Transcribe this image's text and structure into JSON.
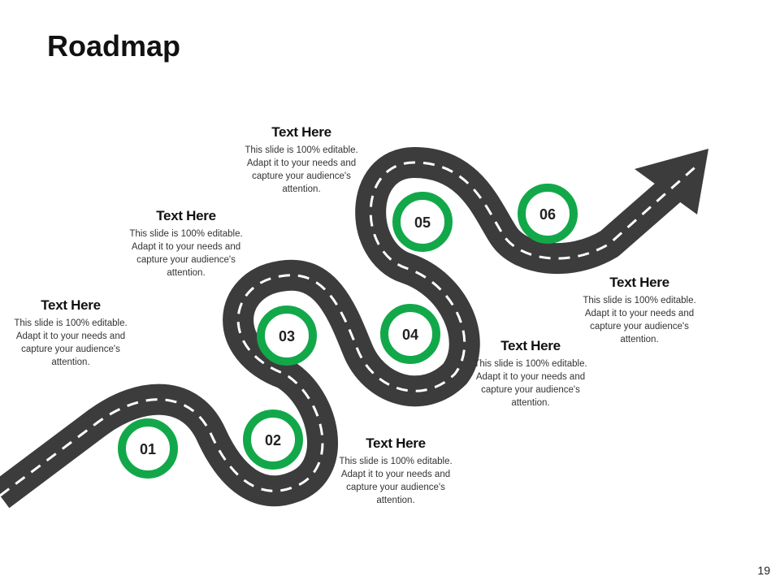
{
  "slide": {
    "title": "Roadmap",
    "page_number": "19"
  },
  "colors": {
    "road": "#3c3c3c",
    "road_dash": "#ffffff",
    "milestone_ring": "#12a84a",
    "text": "#111111"
  },
  "milestones": [
    {
      "number": "01"
    },
    {
      "number": "02"
    },
    {
      "number": "03"
    },
    {
      "number": "04"
    },
    {
      "number": "05"
    },
    {
      "number": "06"
    }
  ],
  "text_blocks": [
    {
      "heading": "Text Here",
      "body": "This slide is 100% editable. Adapt it to your needs and capture your audience's attention."
    },
    {
      "heading": "Text Here",
      "body": "This slide is 100% editable. Adapt it to your needs and capture your audience's attention."
    },
    {
      "heading": "Text Here",
      "body": "This slide is 100% editable. Adapt it to your needs and capture your audience's attention."
    },
    {
      "heading": "Text Here",
      "body": "This slide is 100% editable. Adapt it to your needs and capture your audience's attention."
    },
    {
      "heading": "Text Here",
      "body": "This slide is 100% editable. Adapt it to your needs and capture your audience's attention."
    },
    {
      "heading": "Text Here",
      "body": "This slide is 100% editable. Adapt it to your needs and capture your audience's attention."
    }
  ]
}
